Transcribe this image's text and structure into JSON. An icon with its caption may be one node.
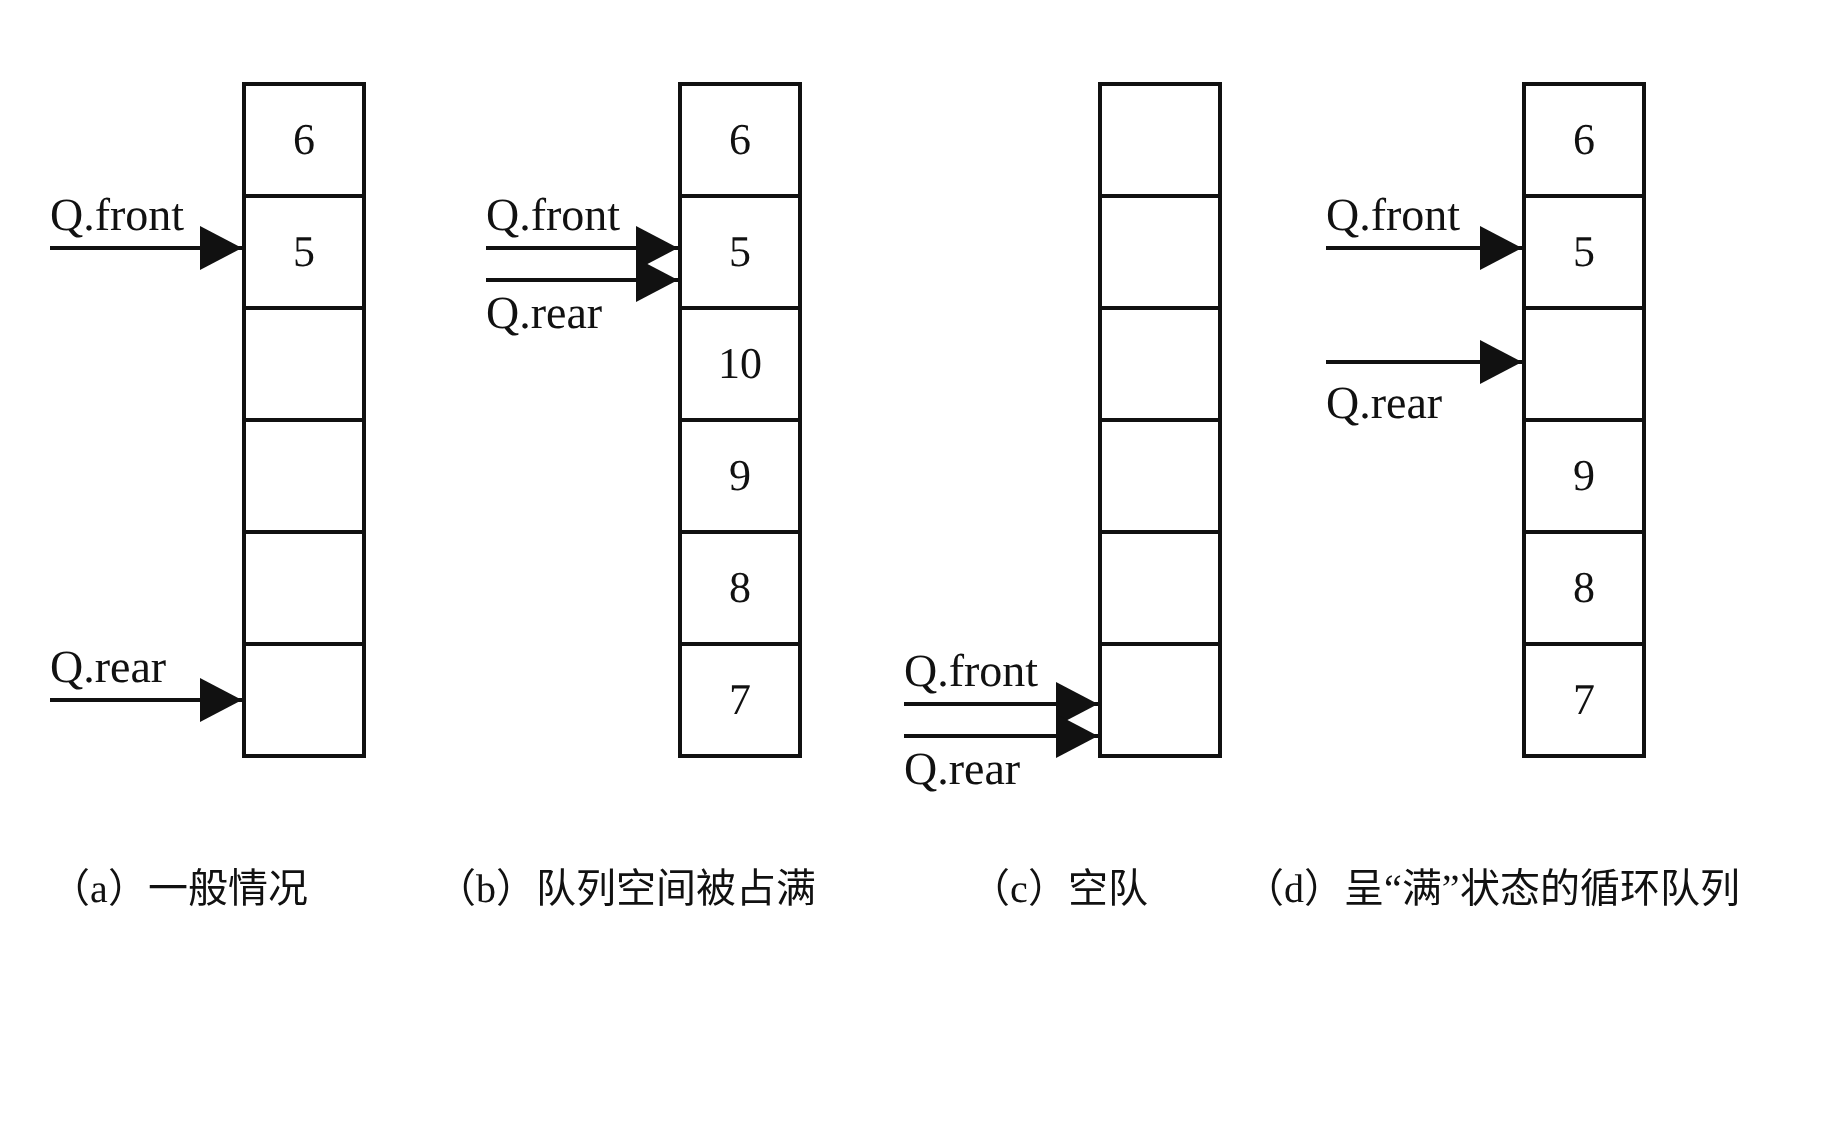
{
  "diagram": {
    "nodes": [
      {
        "text": [
          "Q.front"
        ]
      },
      {
        "text": [
          "Q.rear"
        ]
      },
      {
        "text": [
          "6"
        ]
      },
      {
        "text": [
          "5"
        ]
      },
      {
        "text": [],
        "shape": "box"
      },
      {
        "text": [],
        "shape": "box"
      },
      {
        "text": [],
        "shape": "box"
      },
      {
        "text": [],
        "shape": "box"
      },
      {
        "text": [
          "Q.front"
        ]
      },
      {
        "text": [
          "Q.rear"
        ]
      },
      {
        "text": [
          "6"
        ]
      },
      {
        "text": [
          "5"
        ]
      },
      {
        "text": [
          "10"
        ]
      },
      {
        "text": [
          "9"
        ]
      },
      {
        "text": [
          "8"
        ]
      },
      {
        "text": [
          "7"
        ]
      },
      {
        "text": [
          "Q.front"
        ]
      },
      {
        "text": [
          "Q.rear"
        ]
      },
      {
        "text": [],
        "shape": "box"
      },
      {
        "text": [],
        "shape": "box"
      },
      {
        "text": [],
        "shape": "box"
      },
      {
        "text": [],
        "shape": "box"
      },
      {
        "text": [],
        "shape": "box"
      },
      {
        "text": [],
        "shape": "box"
      },
      {
        "text": [
          "Q.front"
        ]
      },
      {
        "text": [
          "Q.rear"
        ]
      },
      {
        "text": [
          "6"
        ]
      },
      {
        "text": [
          "5"
        ]
      },
      {
        "text": [],
        "shape": "box"
      },
      {
        "text": [
          "9"
        ]
      },
      {
        "text": [
          "8"
        ]
      },
      {
        "text": [
          "7"
        ]
      }
    ],
    "edges": [
      {
        "from": 0,
        "to": 3,
        "arrow": "to"
      },
      {
        "from": 1,
        "to": 7,
        "arrow": "to"
      },
      {
        "from": 8,
        "to": 11,
        "arrow": "to"
      },
      {
        "from": 9,
        "to": 11,
        "arrow": "to"
      },
      {
        "from": 16,
        "to": 23,
        "arrow": "to"
      },
      {
        "from": 17,
        "to": 23,
        "arrow": "to"
      },
      {
        "from": 24,
        "to": 27,
        "arrow": "to"
      },
      {
        "from": 25,
        "to": 28,
        "arrow": "to"
      }
    ],
    "labels": [
      "（a）一般情况",
      "（b）队列空间被占满",
      "（c）空队",
      "（d）呈“满”状态的循环队列"
    ]
  }
}
